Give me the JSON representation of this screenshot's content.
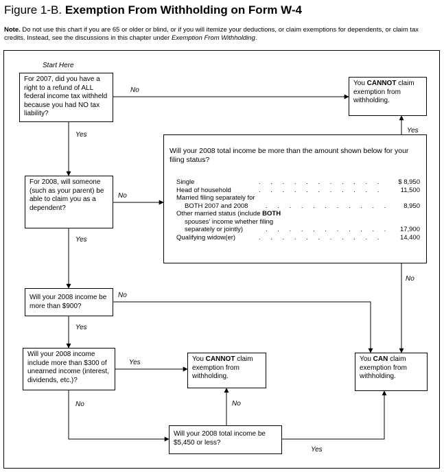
{
  "title_prefix": "Figure 1-B.",
  "title_main": "Exemption From Withholding on Form W-4",
  "note_label": "Note.",
  "note_text": "Do not use this chart if you are 65 or older or blind, or if you will itemize your deductions, or claim exemptions for dependents, or claim tax credits. Instead, see the discussions in this chapter under",
  "note_ref": "Exemption From Withholding",
  "start_here": "Start Here",
  "q1": "For 2007, did you have a right to a refund of ALL federal income tax withheld because you had NO tax liability?",
  "q2": "For 2008, will someone (such as your parent) be able to claim you as a dependent?",
  "q3": "Will your 2008 income be more than $900?",
  "q4": "Will your 2008 income include more than $300 of unearned income (interest, dividends, etc.)?",
  "q5": "Will your 2008 total income be $5,450 or less?",
  "big_question": "Will your 2008 total income be more than the amount shown below for your filing status?",
  "filing": {
    "single": "Single",
    "single_amt": "$ 8,950",
    "hoh": "Head of household",
    "hoh_amt": "11,500",
    "mfs1": "Married filing separately for",
    "mfs2": "BOTH 2007 and 2008",
    "mfs_amt": "8,950",
    "oms1a": "Other married status (include ",
    "oms1b": "BOTH",
    "oms2": "spouses' income whether filing",
    "oms3": "separately or jointly)",
    "oms_amt": "17,900",
    "qw": "Qualifying widow(er)",
    "qw_amt": "14,400"
  },
  "cannot_pre": "You ",
  "cannot_bold": "CANNOT",
  "cannot_post": " claim exemption from withholding.",
  "can_pre": "You ",
  "can_bold": "CAN",
  "can_post": " claim exemption from withholding.",
  "yes": "Yes",
  "no": "No"
}
